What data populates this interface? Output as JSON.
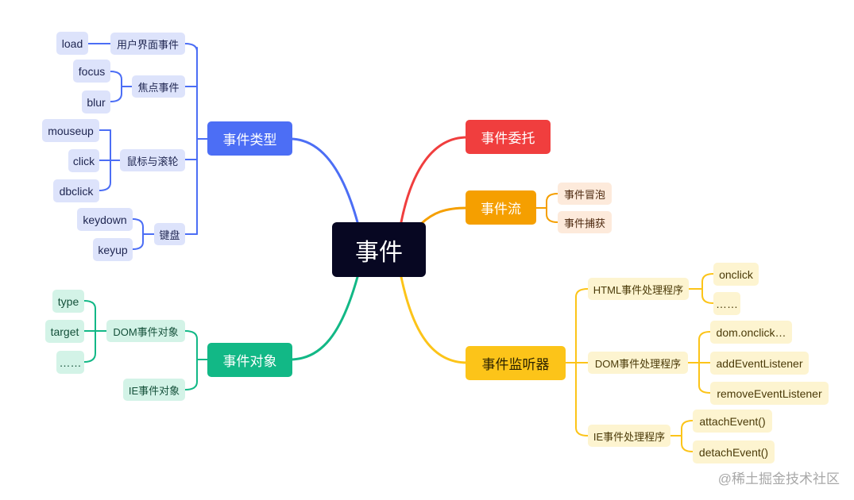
{
  "root": "事件",
  "branches": {
    "types": {
      "label": "事件类型",
      "color": "#4c6ef5",
      "groups": [
        {
          "label": "用户界面事件",
          "items": [
            "load"
          ]
        },
        {
          "label": "焦点事件",
          "items": [
            "focus",
            "blur"
          ]
        },
        {
          "label": "鼠标与滚轮",
          "items": [
            "mouseup",
            "click",
            "dbclick"
          ]
        },
        {
          "label": "键盘",
          "items": [
            "keydown",
            "keyup"
          ]
        }
      ]
    },
    "object": {
      "label": "事件对象",
      "color": "#12b886",
      "groups": [
        {
          "label": "DOM事件对象",
          "items": [
            "type",
            "target",
            "……"
          ]
        },
        {
          "label": "IE事件对象",
          "items": []
        }
      ]
    },
    "delegation": {
      "label": "事件委托",
      "color": "#f03e3e"
    },
    "flow": {
      "label": "事件流",
      "color": "#f59f00",
      "items": [
        "事件冒泡",
        "事件捕获"
      ]
    },
    "listener": {
      "label": "事件监听器",
      "color": "#fcc419",
      "groups": [
        {
          "label": "HTML事件处理程序",
          "items": [
            "onclick",
            "……"
          ]
        },
        {
          "label": "DOM事件处理程序",
          "items": [
            "dom.onclick…",
            "addEventListener",
            "removeEventListener"
          ]
        },
        {
          "label": "IE事件处理程序",
          "items": [
            "attachEvent()",
            "detachEvent()"
          ]
        }
      ]
    }
  },
  "watermark": "@稀土掘金技术社区"
}
